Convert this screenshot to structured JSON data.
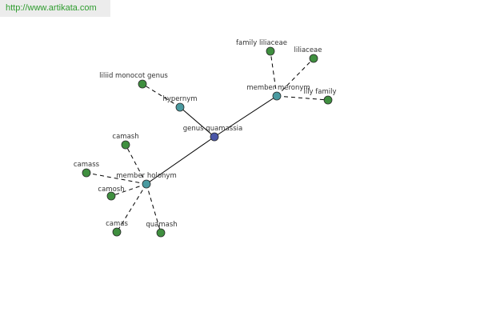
{
  "banner": {
    "url": "http://www.artikata.com"
  },
  "colors": {
    "center_node": "#4a56a8",
    "relation_node": "#4a9aa0",
    "leaf_node": "#3f8f3f",
    "node_stroke": "#2a2a2a",
    "edge": "#000000",
    "label": "#333333"
  },
  "graph": {
    "nodes": [
      {
        "id": "genus-quamassia",
        "label": "genus quamassia",
        "kind": "center"
      },
      {
        "id": "hypernym",
        "label": "hypernym",
        "kind": "relation"
      },
      {
        "id": "member-meronym",
        "label": "member meronym",
        "kind": "relation"
      },
      {
        "id": "member-holonym",
        "label": "member holonym",
        "kind": "relation"
      },
      {
        "id": "liliid-monocot-genus",
        "label": "liliid monocot genus",
        "kind": "leaf"
      },
      {
        "id": "family-liliaceae",
        "label": "family liliaceae",
        "kind": "leaf"
      },
      {
        "id": "liliaceae",
        "label": "liliaceae",
        "kind": "leaf"
      },
      {
        "id": "lily-family",
        "label": "lily family",
        "kind": "leaf"
      },
      {
        "id": "camash",
        "label": "camash",
        "kind": "leaf"
      },
      {
        "id": "camass",
        "label": "camass",
        "kind": "leaf"
      },
      {
        "id": "camosh",
        "label": "camosh",
        "kind": "leaf"
      },
      {
        "id": "camas",
        "label": "camas",
        "kind": "leaf"
      },
      {
        "id": "quamash",
        "label": "quamash",
        "kind": "leaf"
      }
    ],
    "edges": [
      {
        "from": "genus-quamassia",
        "to": "hypernym",
        "style": "solid"
      },
      {
        "from": "genus-quamassia",
        "to": "member-meronym",
        "style": "solid"
      },
      {
        "from": "genus-quamassia",
        "to": "member-holonym",
        "style": "solid"
      },
      {
        "from": "hypernym",
        "to": "liliid-monocot-genus",
        "style": "dashed"
      },
      {
        "from": "member-meronym",
        "to": "family-liliaceae",
        "style": "dashed"
      },
      {
        "from": "member-meronym",
        "to": "liliaceae",
        "style": "dashed"
      },
      {
        "from": "member-meronym",
        "to": "lily-family",
        "style": "dashed"
      },
      {
        "from": "member-holonym",
        "to": "camash",
        "style": "dashed"
      },
      {
        "from": "member-holonym",
        "to": "camass",
        "style": "dashed"
      },
      {
        "from": "member-holonym",
        "to": "camosh",
        "style": "dashed"
      },
      {
        "from": "member-holonym",
        "to": "camas",
        "style": "dashed"
      },
      {
        "from": "member-holonym",
        "to": "quamash",
        "style": "dashed"
      }
    ]
  }
}
